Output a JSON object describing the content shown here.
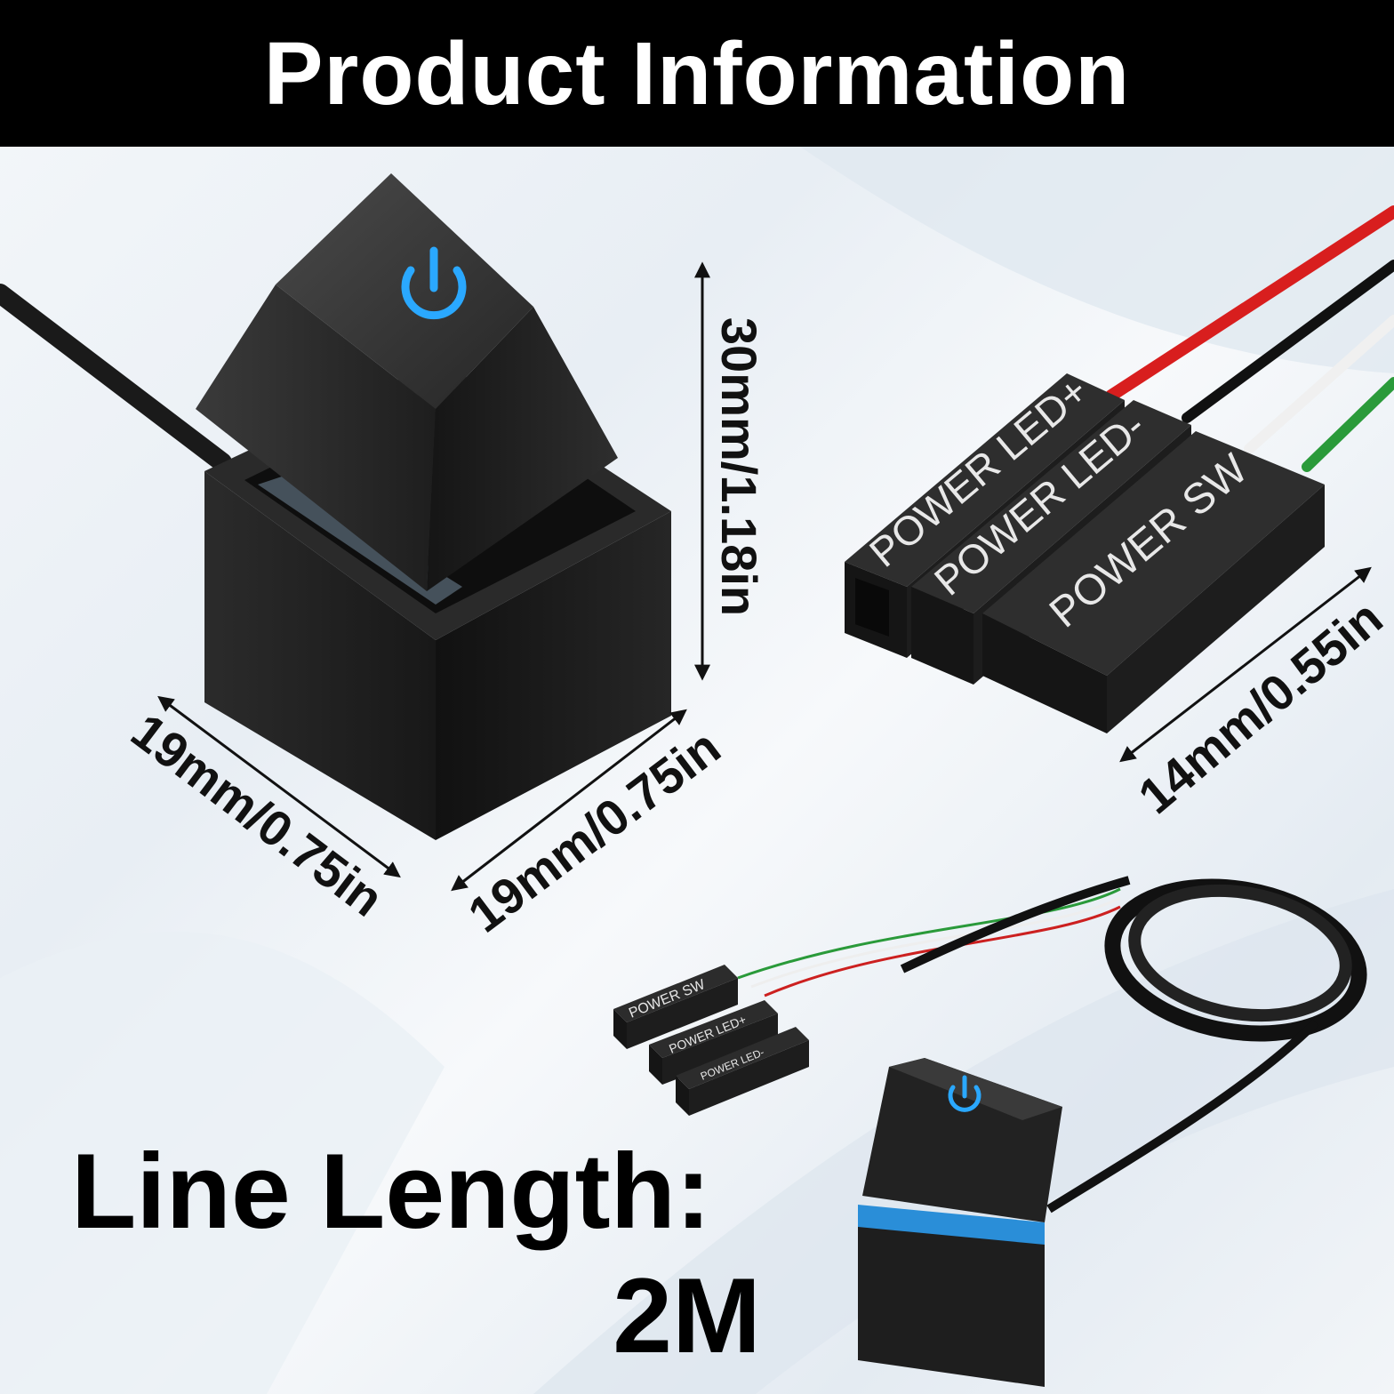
{
  "header": {
    "title": "Product Information"
  },
  "dimensions": {
    "height": "30mm/1.18in",
    "depth_left": "19mm/0.75in",
    "width_right": "19mm/0.75in",
    "connector_width": "14mm/0.55in"
  },
  "connectors": {
    "large": [
      "POWER LED+",
      "POWER LED-",
      "POWER SW"
    ],
    "small": [
      "POWER SW",
      "POWER LED+",
      "POWER LED-"
    ]
  },
  "line_length": {
    "label": "Line Length:",
    "value": "2M"
  },
  "colors": {
    "accent_blue": "#2aa8ff",
    "wire_red": "#d81e1e",
    "wire_black": "#111111",
    "wire_white": "#f0f0f0",
    "wire_green": "#2a9a3a"
  },
  "icons": [
    "power-icon"
  ]
}
